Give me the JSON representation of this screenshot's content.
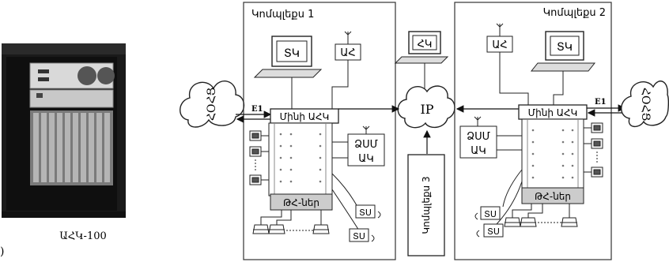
{
  "cabinet_caption": "ԱՀԿ-100",
  "corner_mark": ")",
  "complex1": {
    "title": "Կոմպլեքս 1",
    "pc_label": "ՏԿ",
    "radio_label": "ԱՀ",
    "controller_label": "Մինի ԱՀԿ",
    "zsm_line1": "ՁՍՄ",
    "zsm_line2": "ԱԿ",
    "trunk_label": "ԹՀ-ներ",
    "su_label_1": "ՏՍ",
    "su_label_2": "ՏՍ",
    "e1_label": "E1"
  },
  "complex2": {
    "title": "Կոմպլեքս 2",
    "pc_label": "ՏԿ",
    "radio_label": "ԱՀ",
    "controller_label": "Մինի ԱՀԿ",
    "zsm_line1": "ՁՍՄ",
    "zsm_line2": "ԱԿ",
    "trunk_label": "ԹՀ-ներ",
    "su_label_1": "ՏՍ",
    "su_label_2": "ՏՍ",
    "e1_label": "E1"
  },
  "center": {
    "pc_label": "ՀԿ",
    "ip_label": "IP",
    "complex3_label": "Կոմպլեքս 3"
  },
  "cloud_left_label": "ՀՕՀՑ",
  "cloud_right_label": "ՀՕՀՑ"
}
